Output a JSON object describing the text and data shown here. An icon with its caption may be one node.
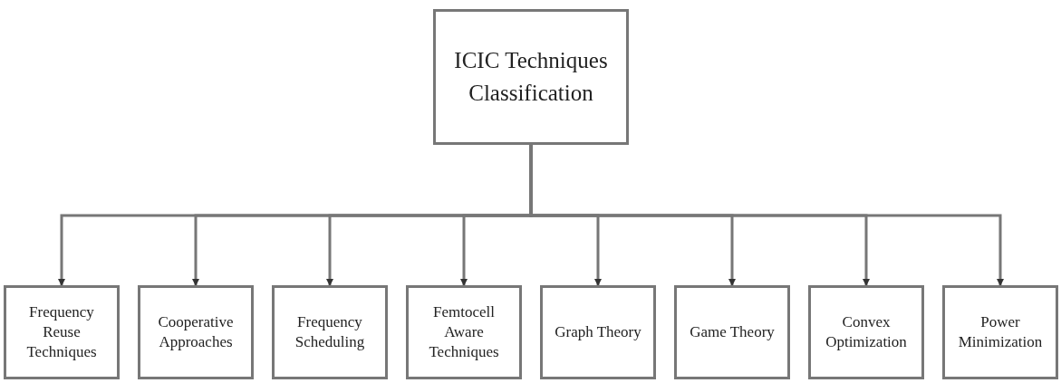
{
  "diagram": {
    "nodes": [
      {
        "text": [
          "ICIC Techniques Classification"
        ]
      },
      {
        "text": [
          "Frequency Reuse Techniques"
        ]
      },
      {
        "text": [
          "Cooperative Approaches"
        ]
      },
      {
        "text": [
          "Frequency Scheduling"
        ]
      },
      {
        "text": [
          "Femtocell Aware Techniques"
        ]
      },
      {
        "text": [
          "Graph Theory"
        ]
      },
      {
        "text": [
          "Game Theory"
        ]
      },
      {
        "text": [
          "Convex Optimization"
        ]
      },
      {
        "text": [
          "Power Minimization"
        ]
      }
    ],
    "edges": [
      {
        "from": 0,
        "to": 1,
        "arrow": "to"
      },
      {
        "from": 0,
        "to": 2,
        "arrow": "to"
      },
      {
        "from": 0,
        "to": 3,
        "arrow": "to"
      },
      {
        "from": 0,
        "to": 4,
        "arrow": "to"
      },
      {
        "from": 0,
        "to": 5,
        "arrow": "to"
      },
      {
        "from": 0,
        "to": 6,
        "arrow": "to"
      },
      {
        "from": 0,
        "to": 7,
        "arrow": "to"
      },
      {
        "from": 0,
        "to": 8,
        "arrow": "to"
      }
    ]
  }
}
